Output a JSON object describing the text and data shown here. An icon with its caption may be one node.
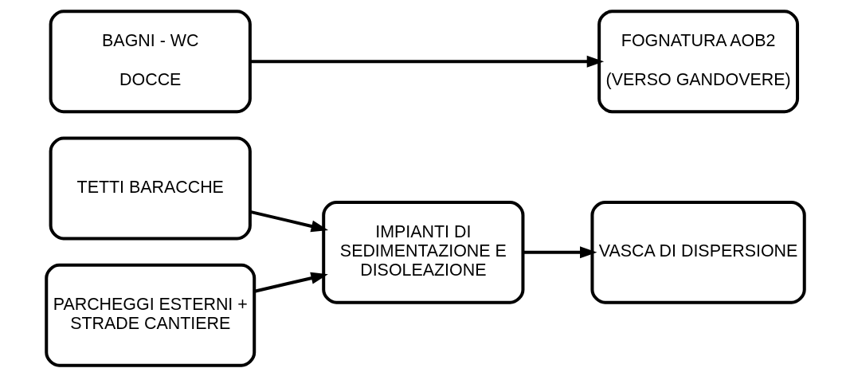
{
  "diagram": {
    "nodes": [
      {
        "text": [
          "TETTI BARACCHE"
        ]
      },
      {
        "text": [
          "PARCHEGGI ESTERNI + STRADE CANTIERE"
        ]
      },
      {
        "text": [
          "IMPIANTI DI SEDIMENTAZIONE E DISOLEAZIONE"
        ]
      },
      {
        "text": [
          "VASCA DI DISPERSIONE"
        ]
      },
      {
        "text": [
          "BAGNI - WC",
          "DOCCE"
        ]
      },
      {
        "text": [
          "FOGNATURA AOB2",
          "(VERSO GANDOVERE)"
        ]
      }
    ],
    "edges": [
      {
        "from": 0,
        "to": 2,
        "arrow": "to"
      },
      {
        "from": 1,
        "to": 2,
        "arrow": "to"
      },
      {
        "from": 2,
        "to": 3,
        "arrow": "to"
      },
      {
        "from": 4,
        "to": 5,
        "arrow": "to"
      }
    ]
  }
}
